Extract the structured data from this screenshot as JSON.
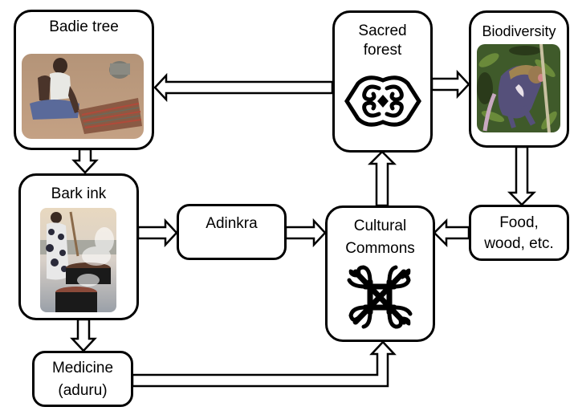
{
  "diagram": {
    "nodes": {
      "badie_tree": {
        "label": "Badie tree",
        "image": "man cutting bark bundles photo"
      },
      "sacred_forest": {
        "label_line1": "Sacred",
        "label_line2": "forest",
        "symbol": "adinkra-symbol-nyame-dua-like"
      },
      "biodiversity": {
        "label": "Biodiversity",
        "image": "monkey in forest photo"
      },
      "bark_ink": {
        "label": "Bark ink",
        "image": "woman stirring cooking pots photo"
      },
      "adinkra": {
        "label": "Adinkra"
      },
      "cultural_commons": {
        "label_line1": "Cultural",
        "label_line2": "Commons",
        "symbol": "adinkra-symbol-knot"
      },
      "food_wood": {
        "label_line1": "Food,",
        "label_line2": "wood, etc."
      },
      "medicine": {
        "label_line1": "Medicine",
        "label_line2": "(aduru)"
      }
    },
    "edges": [
      {
        "from": "Sacred forest",
        "to": "Badie tree"
      },
      {
        "from": "Sacred forest",
        "to": "Biodiversity"
      },
      {
        "from": "Badie tree",
        "to": "Bark ink"
      },
      {
        "from": "Biodiversity",
        "to": "Food, wood, etc."
      },
      {
        "from": "Bark ink",
        "to": "Adinkra"
      },
      {
        "from": "Adinkra",
        "to": "Cultural Commons"
      },
      {
        "from": "Food, wood, etc.",
        "to": "Cultural Commons"
      },
      {
        "from": "Cultural Commons",
        "to": "Sacred forest"
      },
      {
        "from": "Bark ink",
        "to": "Medicine (aduru)"
      },
      {
        "from": "Medicine (aduru)",
        "to": "Cultural Commons"
      }
    ]
  }
}
